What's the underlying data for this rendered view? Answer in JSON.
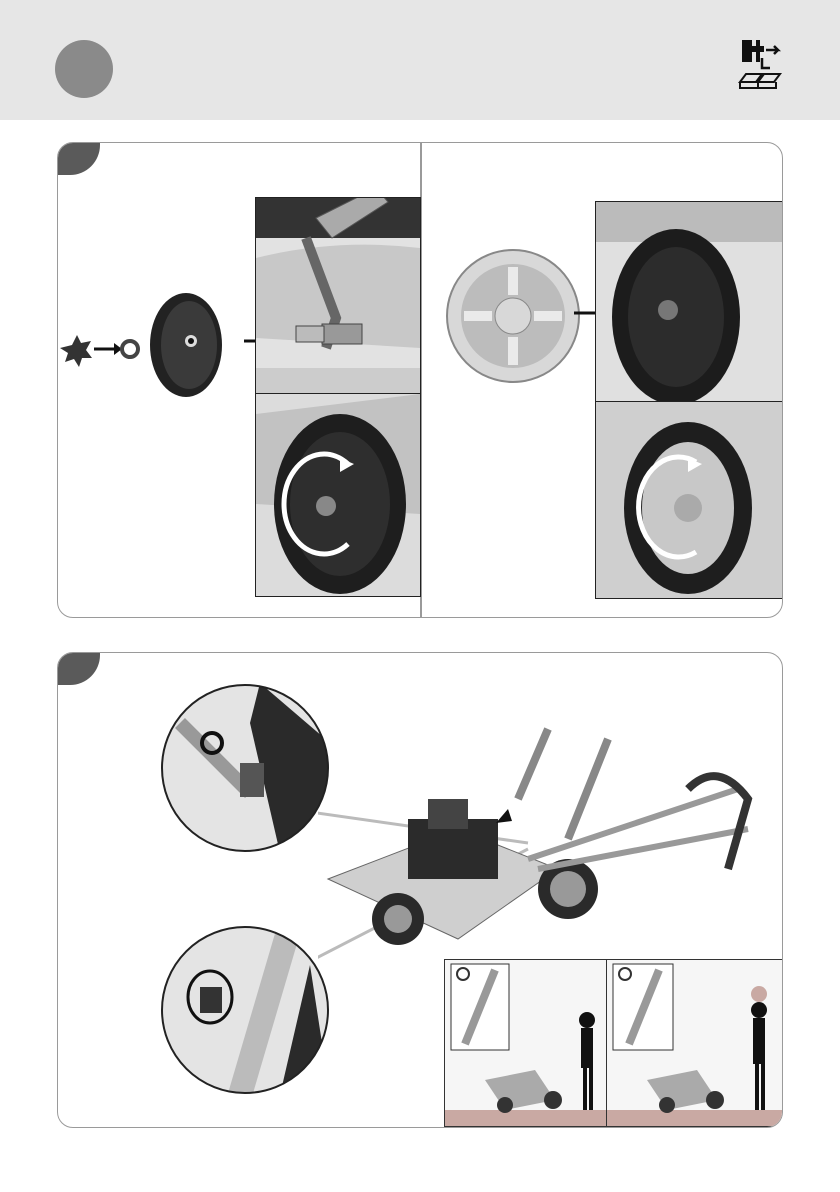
{
  "header": {
    "step_indicator": "",
    "icons": [
      "assembly-icon",
      "manual-book-icon"
    ]
  },
  "colors": {
    "header_bg": "#e6e6e6",
    "step_circle": "#8a8a8a",
    "tab": "#5a5a5a",
    "panel_border": "#9a9a9a"
  },
  "panels": {
    "wheels_panel": {
      "icons": [
        "rear-wheel-assembly",
        "hubcap-assembly",
        "rotate-arrow-icon"
      ]
    },
    "handle_panel": {
      "icons": [
        "lawnmower-illustration",
        "height-adjust-knob",
        "user-height-figure"
      ]
    }
  }
}
